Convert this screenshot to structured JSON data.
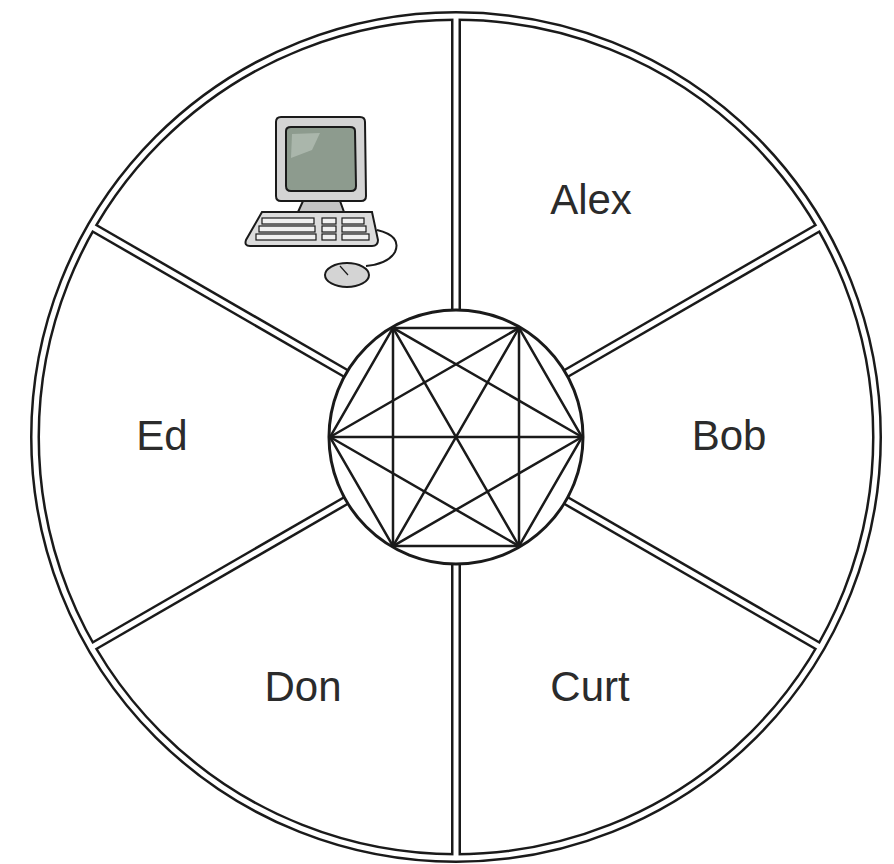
{
  "diagram": {
    "nodes": [
      {
        "text": [
          "Alex"
        ]
      },
      {
        "text": [
          "Bob"
        ]
      },
      {
        "text": [
          "Curt"
        ]
      },
      {
        "text": [
          "Don"
        ]
      },
      {
        "text": [
          "Ed"
        ]
      }
    ]
  }
}
